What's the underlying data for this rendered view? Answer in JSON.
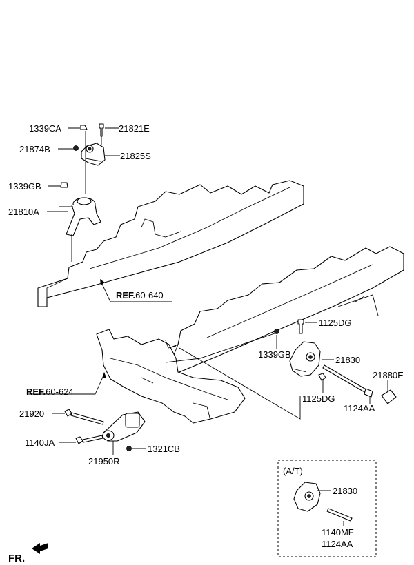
{
  "labels": {
    "p1339CA": "1339CA",
    "p21821E": "21821E",
    "p21874B": "21874B",
    "p21825S": "21825S",
    "p1339GB_top": "1339GB",
    "p21810A": "21810A",
    "p1125DG_top": "1125DG",
    "p1339GB_mid": "1339GB",
    "p21830_main": "21830",
    "p21880E": "21880E",
    "p1125DG_bottom": "1125DG",
    "p1124AA_main": "1124AA",
    "p21920": "21920",
    "p1140JA": "1140JA",
    "p1321CB": "1321CB",
    "p21950R": "21950R",
    "at_title": "(A/T)",
    "p21830_at": "21830",
    "p1140MF": "1140MF",
    "p1124AA_at": "1124AA"
  },
  "references": {
    "ref_top_prefix": "REF.",
    "ref_top_number": "60-640",
    "ref_mid_prefix": "REF.",
    "ref_mid_number": "60-624"
  },
  "front_indicator": "FR."
}
